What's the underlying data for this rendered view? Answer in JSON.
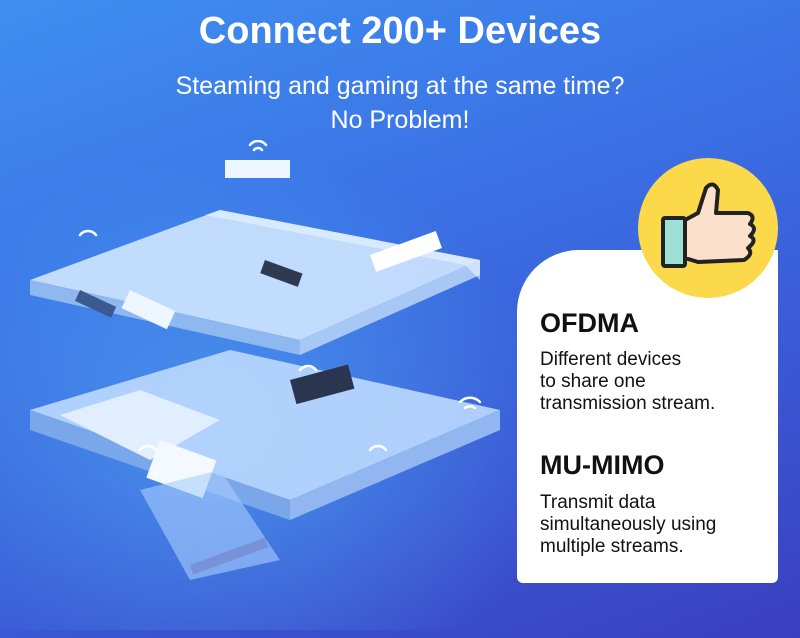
{
  "headline": "Connect 200+ Devices",
  "subline1": "Steaming and gaming at the same time?",
  "subline2": "No Problem!",
  "features": [
    {
      "title": "OFDMA",
      "desc": "Different devices\nto share one\ntransmission stream."
    },
    {
      "title": "MU-MIMO",
      "desc": "Transmit data\nsimultaneously using\nmultiple streams."
    }
  ],
  "icons": {
    "badge": "thumbs-up-icon",
    "signal": "wifi-icon"
  },
  "colors": {
    "badge": "#fcd94a",
    "card": "#ffffff"
  }
}
